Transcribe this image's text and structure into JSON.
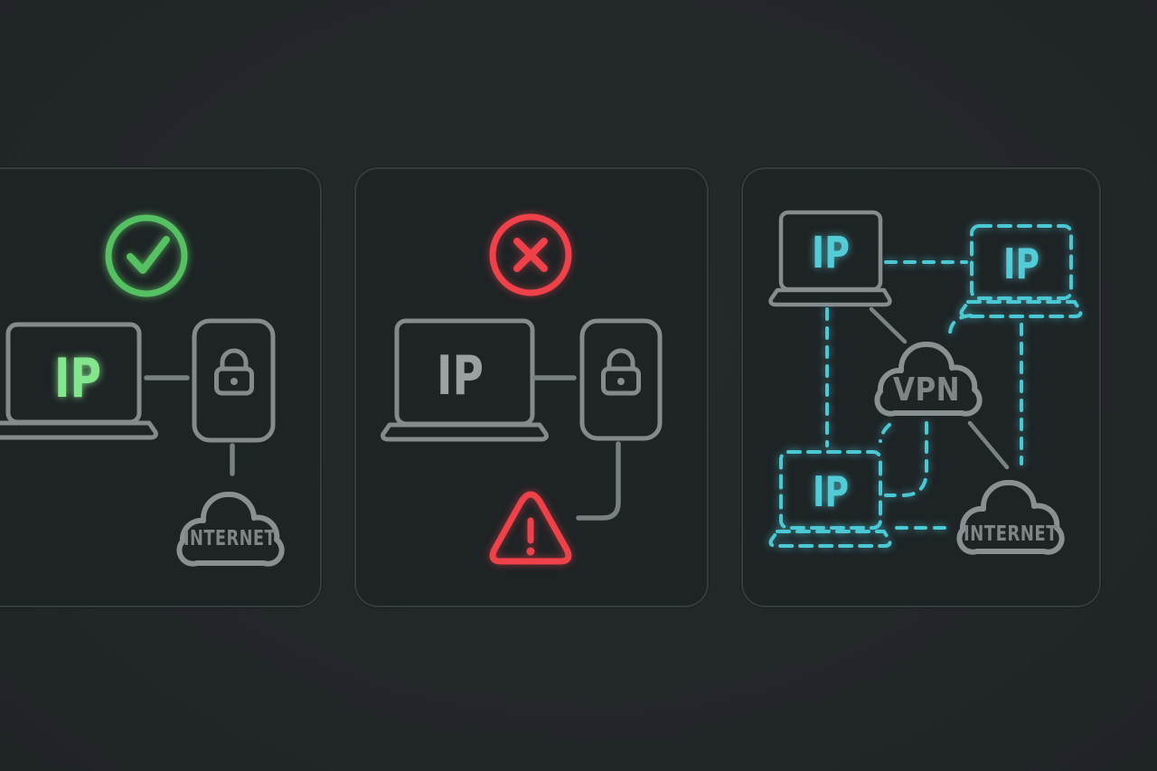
{
  "illustration": {
    "title": "ip-privacy-vpn-comparison",
    "background_color": "#22272a",
    "panel_fill": "#1e2325",
    "panel_border": "#353c3e"
  },
  "panels": [
    {
      "id": "direct-secure",
      "status_icon": "check-circle-icon",
      "status_color": "#56c162",
      "device_label": "IP",
      "device_label_color": "#84e58f",
      "security_icon": "padlock-icon",
      "cloud_label": "INTERNET"
    },
    {
      "id": "direct-exposed",
      "status_icon": "x-circle-icon",
      "status_color": "#ee4149",
      "device_label": "IP",
      "device_label_color": "#9ba1a3",
      "security_icon": "padlock-icon",
      "warning_icon": "alert-triangle-icon"
    },
    {
      "id": "vpn-tunnel",
      "device_label": "IP",
      "masked_device_top_label": "IP",
      "masked_device_bottom_label": "IP",
      "vpn_label": "VPN",
      "cloud_label": "INTERNET",
      "accent_color": "#4cc8d4",
      "line_style": "dashed"
    }
  ],
  "colors": {
    "gray_outline": "#858b8d",
    "gray_line": "#798082",
    "cloud_outline": "#8a9092",
    "cloud_text": "#7f8587",
    "green": "#56c162",
    "green_text": "#84e58f",
    "red": "#ee4149",
    "cyan": "#4cc8d4"
  }
}
